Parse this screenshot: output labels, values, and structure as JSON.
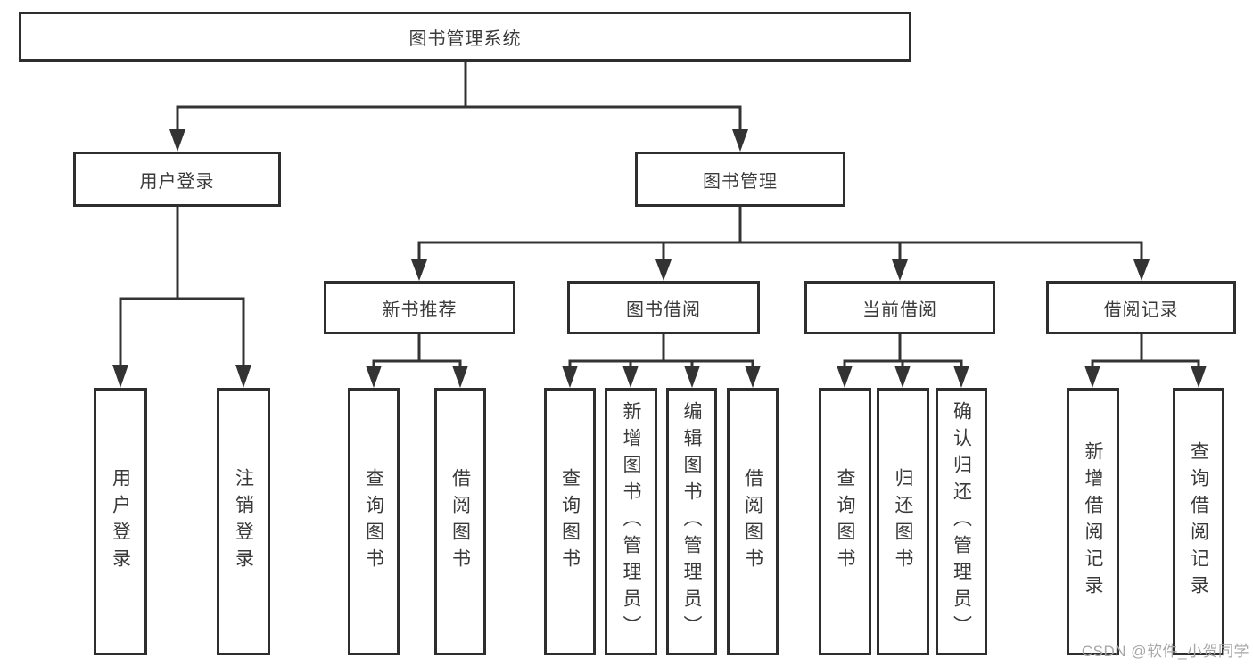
{
  "root": {
    "label": "图书管理系统"
  },
  "branches": [
    {
      "label": "用户登录",
      "leaves": [
        "用户登录",
        "注销登录"
      ]
    },
    {
      "label": "图书管理",
      "groups": [
        {
          "label": "新书推荐",
          "leaves": [
            "查询图书",
            "借阅图书"
          ]
        },
        {
          "label": "图书借阅",
          "leaves": [
            "查询图书",
            "新增图书（管理员）",
            "编辑图书（管理员）",
            "借阅图书"
          ]
        },
        {
          "label": "当前借阅",
          "leaves": [
            "查询图书",
            "归还图书",
            "确认归还（管理员）"
          ]
        },
        {
          "label": "借阅记录",
          "leaves": [
            "新增借阅记录",
            "查询借阅记录"
          ]
        }
      ]
    }
  ],
  "watermark": "CSDN @软件_小贺同学",
  "colors": {
    "line": "#333333",
    "box_border": "#2e2e2e",
    "text": "#3a3a3a",
    "watermark": "#a6a6a6"
  }
}
